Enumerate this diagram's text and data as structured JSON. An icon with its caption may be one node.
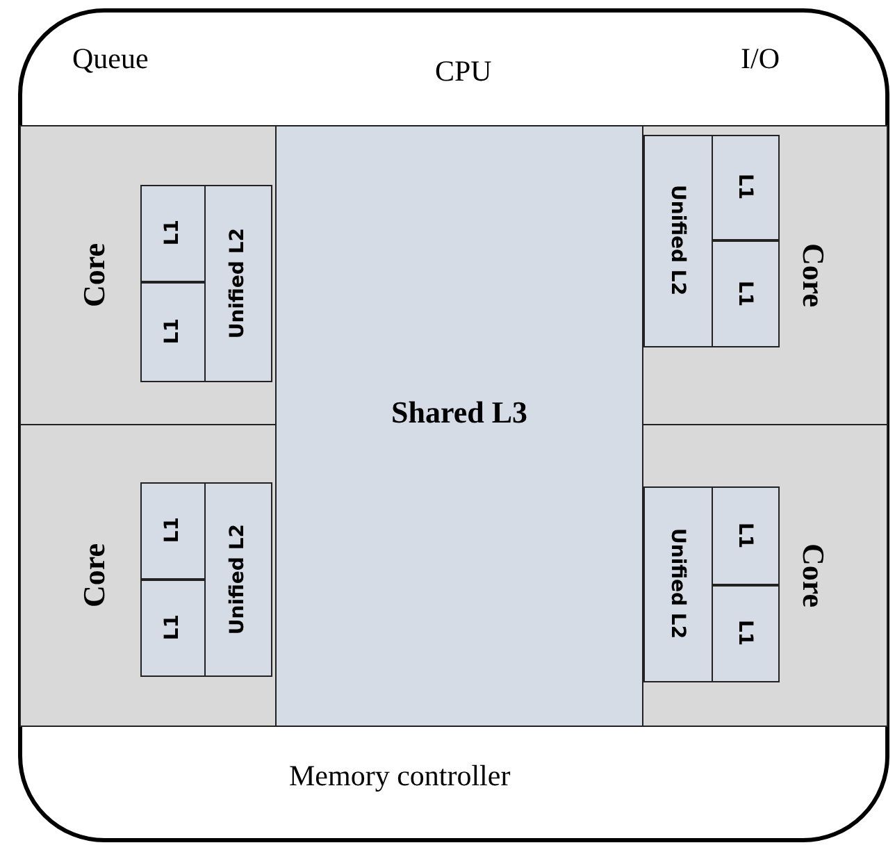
{
  "diagram": {
    "nodes": [
      {
        "text": [
          "CPU"
        ]
      },
      {
        "text": [
          "Core"
        ],
        "in": 0
      },
      {
        "text": [
          "L1"
        ],
        "in": 1
      },
      {
        "text": [
          "L1"
        ],
        "in": 1
      },
      {
        "text": [
          "Unified L2"
        ],
        "in": 1
      },
      {
        "text": [
          "Shared L3"
        ],
        "in": 0
      },
      {
        "text": [
          "Core"
        ],
        "in": 0
      },
      {
        "text": [
          "Unified L2"
        ],
        "in": 6
      },
      {
        "text": [
          "L1"
        ],
        "in": 6
      },
      {
        "text": [
          "L1"
        ],
        "in": 6
      },
      {
        "text": [
          "Core"
        ],
        "in": 0
      },
      {
        "text": [
          "L1"
        ],
        "in": 10
      },
      {
        "text": [
          "L1"
        ],
        "in": 10
      },
      {
        "text": [
          "Unified L2"
        ],
        "in": 10
      },
      {
        "text": [
          "Core"
        ],
        "in": 0
      },
      {
        "text": [
          "Unified L2"
        ],
        "in": 14
      },
      {
        "text": [
          "L1"
        ],
        "in": 14
      },
      {
        "text": [
          "L1"
        ],
        "in": 14
      }
    ],
    "labels": [
      "Queue",
      "I/O",
      "Memory controller"
    ]
  }
}
